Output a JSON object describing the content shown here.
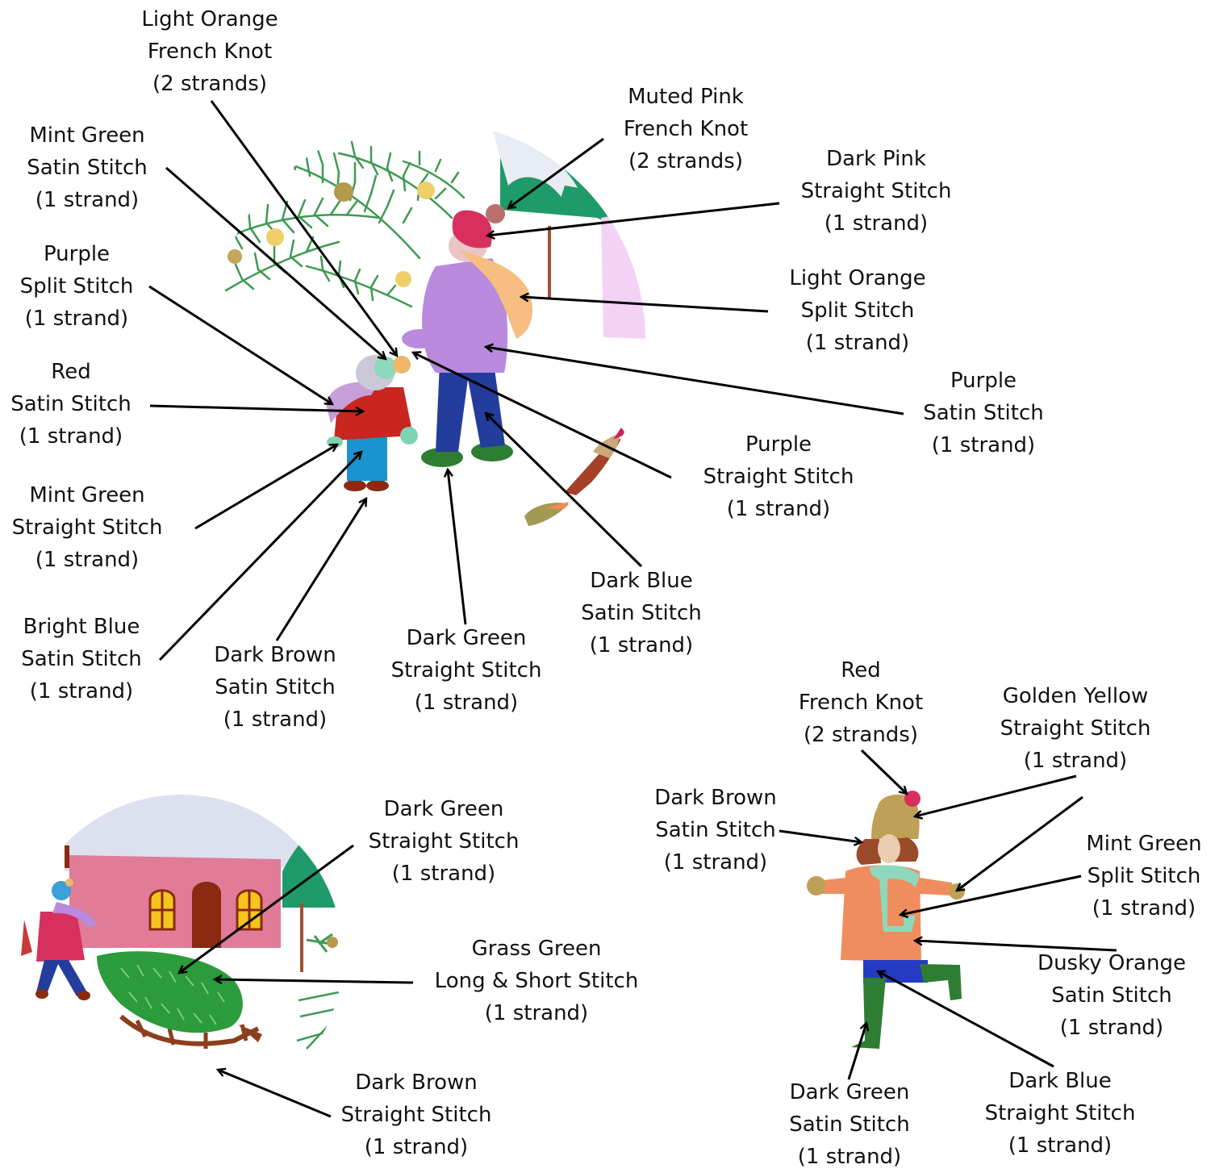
{
  "colors": {
    "arrow": "#000000",
    "text": "#111111"
  },
  "labels": [
    {
      "id": "light-orange-french-knot",
      "color": "Light Orange",
      "stitch": "French Knot",
      "strands": "(2 strands)"
    },
    {
      "id": "muted-pink-french-knot",
      "color": "Muted Pink",
      "stitch": "French Knot",
      "strands": "(2 strands)"
    },
    {
      "id": "mint-green-satin-stitch-1",
      "color": "Mint Green",
      "stitch": "Satin Stitch",
      "strands": "(1 strand)"
    },
    {
      "id": "dark-pink-straight-stitch",
      "color": "Dark Pink",
      "stitch": "Straight Stitch",
      "strands": "(1 strand)"
    },
    {
      "id": "purple-split-stitch",
      "color": "Purple",
      "stitch": "Split Stitch",
      "strands": "(1 strand)"
    },
    {
      "id": "light-orange-split-stitch",
      "color": "Light Orange",
      "stitch": "Split Stitch",
      "strands": "(1 strand)"
    },
    {
      "id": "red-satin-stitch",
      "color": "Red",
      "stitch": "Satin Stitch",
      "strands": "(1 strand)"
    },
    {
      "id": "purple-satin-stitch",
      "color": "Purple",
      "stitch": "Satin Stitch",
      "strands": "(1 strand)"
    },
    {
      "id": "purple-straight-stitch",
      "color": "Purple",
      "stitch": "Straight Stitch",
      "strands": "(1 strand)"
    },
    {
      "id": "mint-green-straight-stitch",
      "color": "Mint Green",
      "stitch": "Straight Stitch",
      "strands": "(1 strand)"
    },
    {
      "id": "dark-blue-satin-stitch",
      "color": "Dark Blue",
      "stitch": "Satin Stitch",
      "strands": "(1 strand)"
    },
    {
      "id": "bright-blue-satin-stitch",
      "color": "Bright Blue",
      "stitch": "Satin Stitch",
      "strands": "(1 strand)"
    },
    {
      "id": "dark-brown-satin-stitch-1",
      "color": "Dark Brown",
      "stitch": "Satin Stitch",
      "strands": "(1 strand)"
    },
    {
      "id": "dark-green-straight-stitch-1",
      "color": "Dark Green",
      "stitch": "Straight Stitch",
      "strands": "(1 strand)"
    },
    {
      "id": "red-french-knot",
      "color": "Red",
      "stitch": "French Knot",
      "strands": "(2 strands)"
    },
    {
      "id": "golden-yellow-straight-stitch",
      "color": "Golden Yellow",
      "stitch": "Straight Stitch",
      "strands": "(1 strand)"
    },
    {
      "id": "dark-brown-satin-stitch-2",
      "color": "Dark Brown",
      "stitch": "Satin Stitch",
      "strands": "(1 strand)"
    },
    {
      "id": "mint-green-split-stitch",
      "color": "Mint Green",
      "stitch": "Split Stitch",
      "strands": "(1 strand)"
    },
    {
      "id": "dusky-orange-satin-stitch",
      "color": "Dusky Orange",
      "stitch": "Satin Stitch",
      "strands": "(1 strand)"
    },
    {
      "id": "dark-green-satin-stitch",
      "color": "Dark Green",
      "stitch": "Satin Stitch",
      "strands": "(1 strand)"
    },
    {
      "id": "dark-blue-straight-stitch",
      "color": "Dark Blue",
      "stitch": "Straight Stitch",
      "strands": "(1 strand)"
    },
    {
      "id": "dark-green-straight-stitch-2",
      "color": "Dark Green",
      "stitch": "Straight Stitch",
      "strands": "(1 strand)"
    },
    {
      "id": "grass-green-long-short-stitch",
      "color": "Grass Green",
      "stitch": "Long & Short Stitch",
      "strands": "(1 strand)"
    },
    {
      "id": "dark-brown-straight-stitch",
      "color": "Dark Brown",
      "stitch": "Straight Stitch",
      "strands": "(1 strand)"
    }
  ]
}
